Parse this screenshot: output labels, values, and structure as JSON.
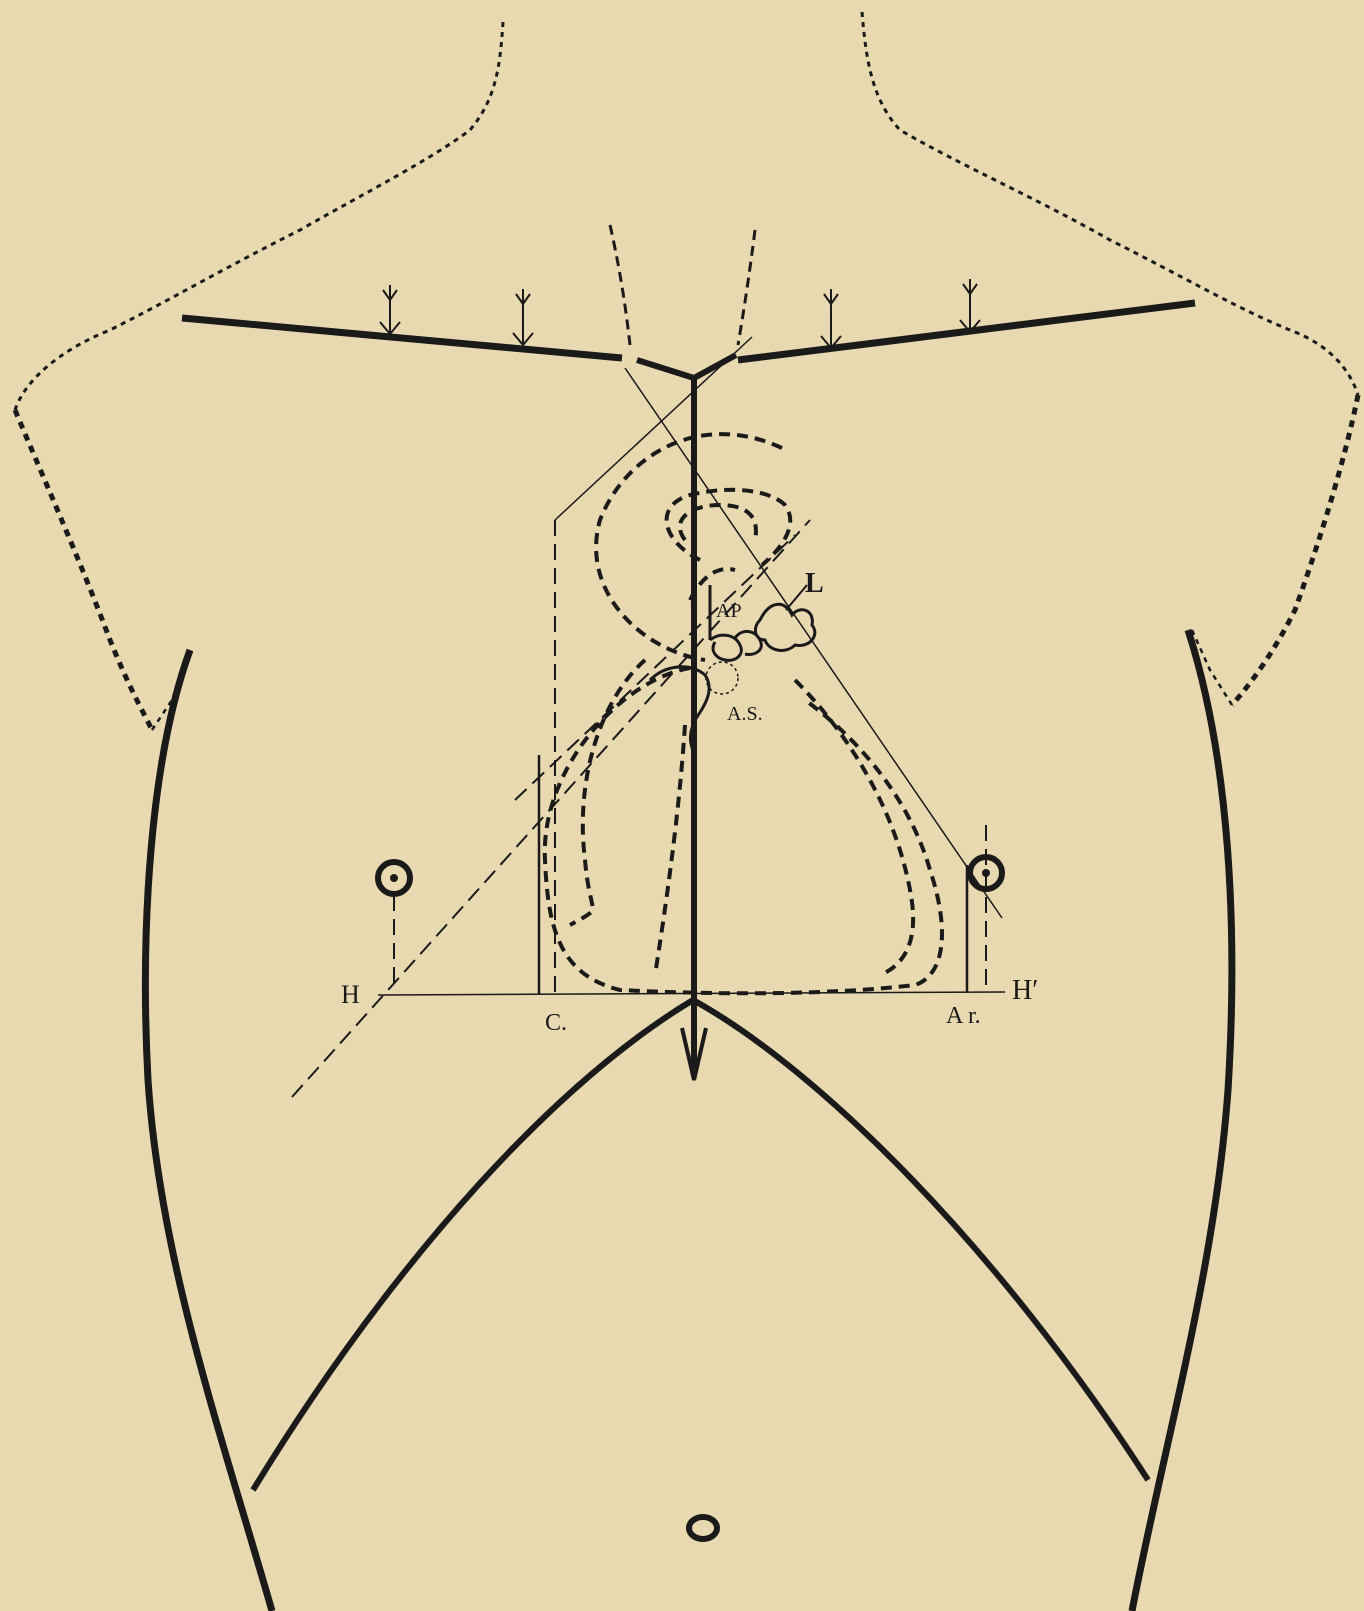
{
  "colors": {
    "paper": "#e9d9b0",
    "ink": "#1a1a1a"
  },
  "labels": {
    "h_left": "H",
    "h_right": "H′",
    "c": "C.",
    "ar": "A r.",
    "l": "L",
    "ap": "AP",
    "as": "A.S."
  },
  "icons": {
    "left_nipple": "nipple-icon",
    "right_nipple": "nipple-icon",
    "navel": "navel-icon",
    "arrow": "arrow-down-icon"
  }
}
